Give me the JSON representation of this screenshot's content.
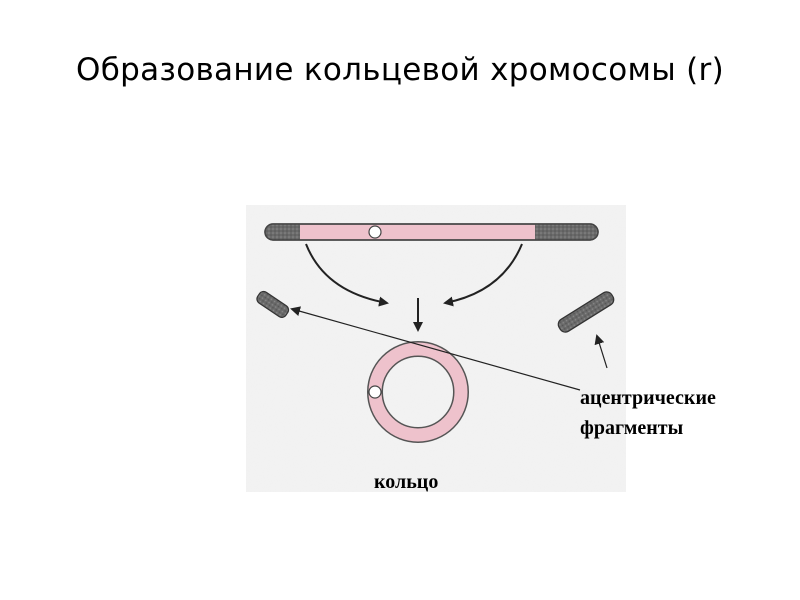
{
  "slide": {
    "title": "Образование кольцевой хромосомы (r)"
  },
  "labels": {
    "acentric_line1": "ацентрические",
    "acentric_line2": "фрагменты",
    "ring": "кольцо"
  },
  "colors": {
    "chromosome_pink": "#eec2cc",
    "chromosome_outline": "#555555",
    "fragment_gray": "#6f6f6f",
    "background_texture": "#e8e8e8"
  }
}
